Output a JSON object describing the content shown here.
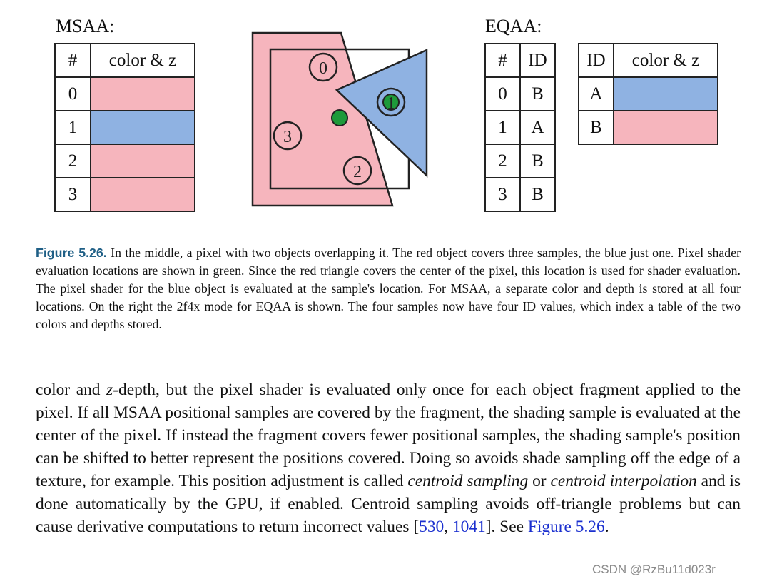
{
  "msaa": {
    "title": "MSAA:",
    "header": [
      "#",
      "color & z"
    ],
    "rows": [
      {
        "index": "0",
        "color": "#f6b5bd"
      },
      {
        "index": "1",
        "color": "#8fb2e2"
      },
      {
        "index": "2",
        "color": "#f6b5bd"
      },
      {
        "index": "3",
        "color": "#f6b5bd"
      }
    ]
  },
  "eqaa": {
    "title": "EQAA:",
    "id_header": [
      "#",
      "ID"
    ],
    "id_rows": [
      {
        "index": "0",
        "id": "B"
      },
      {
        "index": "1",
        "id": "A"
      },
      {
        "index": "2",
        "id": "B"
      },
      {
        "index": "3",
        "id": "B"
      }
    ],
    "color_header": [
      "ID",
      "color & z"
    ],
    "color_rows": [
      {
        "id": "A",
        "color": "#8fb2e2"
      },
      {
        "id": "B",
        "color": "#f6b5bd"
      }
    ]
  },
  "diagram": {
    "sample_labels": [
      "0",
      "1",
      "2",
      "3"
    ],
    "colors": {
      "red_object": "#f6b5bd",
      "blue_object": "#8fb2e2",
      "shader_eval": "#1e9a3a"
    }
  },
  "caption": {
    "label": "Figure 5.26.",
    "text": " In the middle, a pixel with two objects overlapping it. The red object covers three samples, the blue just one. Pixel shader evaluation locations are shown in green. Since the red triangle covers the center of the pixel, this location is used for shader evaluation. The pixel shader for the blue object is evaluated at the sample's location. For MSAA, a separate color and depth is stored at all four locations. On the right the 2f4x mode for EQAA is shown. The four samples now have four ID values, which index a table of the two colors and depths stored."
  },
  "body": {
    "p1": "color and ",
    "z": "z",
    "p2": "-depth, but the pixel shader is evaluated only once for each object fragment applied to the pixel. If all MSAA positional samples are covered by the fragment, the shading sample is evaluated at the center of the pixel. If instead the fragment covers fewer positional samples, the shading sample's position can be shifted to better represent the positions covered. Doing so avoids shade sampling off the edge of a texture, for example. This position adjustment is called ",
    "term1": "centroid sampling",
    "or": " or ",
    "term2": "centroid interpolation",
    "p3": " and is done automatically by the GPU, if enabled. Centroid sampling avoids off-triangle problems but can cause derivative computations to return incorrect values [",
    "ref1": "530",
    "comma": ", ",
    "ref2": "1041",
    "p4": "]. See ",
    "figref": "Figure 5.26",
    "end": "."
  },
  "watermark": "CSDN @RzBu11d023r"
}
